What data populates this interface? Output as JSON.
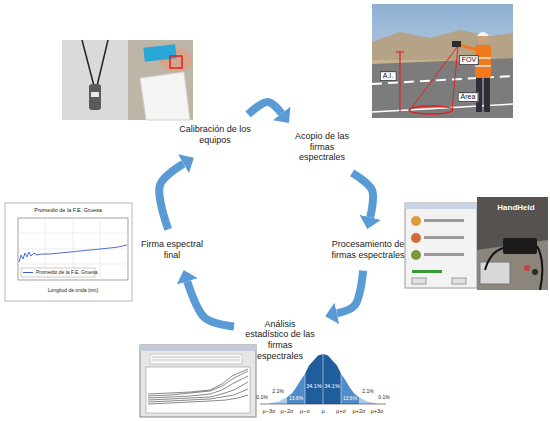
{
  "diagram": {
    "nodes": [
      {
        "text": [
          "Calibración de los equipos"
        ]
      },
      {
        "text": [
          "Acopio de las firmas espectrales"
        ]
      },
      {
        "text": [
          "Procesamiento de firmas espectrales"
        ]
      },
      {
        "text": [
          "Análisis estadístico de las firmas espectrales"
        ]
      },
      {
        "text": [
          "Firma espectral final"
        ]
      }
    ],
    "edges": [
      {
        "from": 0,
        "to": 1,
        "arrow": "to"
      },
      {
        "from": 1,
        "to": 2,
        "arrow": "to"
      },
      {
        "from": 2,
        "to": 3,
        "arrow": "to"
      },
      {
        "from": 3,
        "to": 4,
        "arrow": "to"
      },
      {
        "from": 4,
        "to": 0,
        "arrow": "to"
      }
    ],
    "labels": [
      "FOV",
      "A.I.",
      "Área",
      "HandHeld",
      "Promedio de la F.E. Gruesa",
      "Longitud de onda (nm)",
      "0.1%",
      "2.1%",
      "13.6%",
      "34.1%",
      "34.1%",
      "13.6%",
      "2.1%",
      "0.1%",
      "μ−3σ",
      "μ−2σ",
      "μ−σ",
      "μ",
      "μ+σ",
      "μ+2σ",
      "μ+3σ"
    ],
    "legend": [
      {
        "text": "Promedio de la F.E. Gruesa"
      }
    ]
  }
}
